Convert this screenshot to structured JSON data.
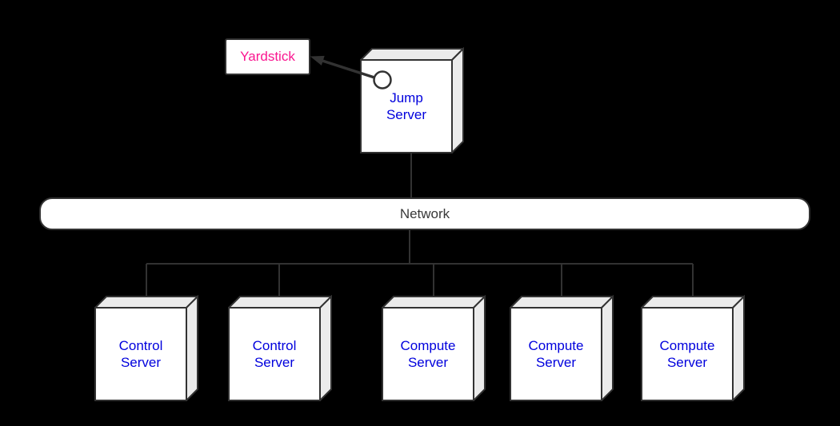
{
  "diagram": {
    "yardstick": {
      "label": "Yardstick"
    },
    "jump_server": {
      "label": "Jump Server"
    },
    "network": {
      "label": "Network"
    },
    "servers": [
      {
        "label": "Control Server"
      },
      {
        "label": "Control Server"
      },
      {
        "label": "Compute Server"
      },
      {
        "label": "Compute Server"
      },
      {
        "label": "Compute Server"
      }
    ],
    "colors": {
      "background": "#000000",
      "outline": "#323232",
      "cube_front": "#ffffff",
      "cube_shade": "#ebebeb",
      "server_text": "#0000dd",
      "yardstick_text": "#fa1690",
      "network_text": "#383838"
    }
  }
}
